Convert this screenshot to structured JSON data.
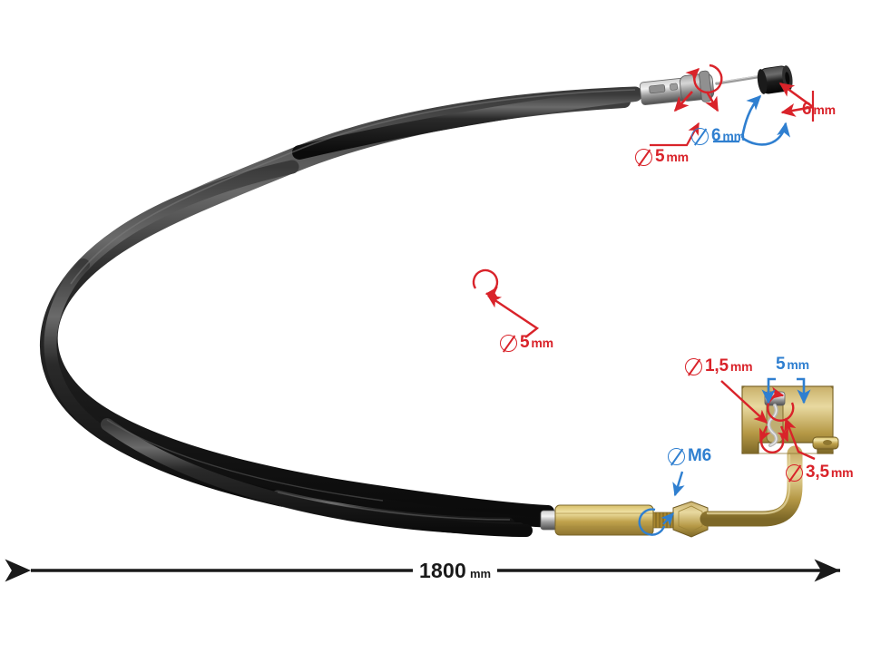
{
  "figure": {
    "title": "Brake cable assembly dimension diagram",
    "background_color": "#ffffff",
    "annotation_colors": {
      "red": "#d9232a",
      "blue": "#2f7fd0",
      "dimension": "#1a1a1a"
    }
  },
  "overall_dimension": {
    "name": "total-length",
    "value": "1800",
    "unit": "mm",
    "arrow_style": "double-headed"
  },
  "annotations": [
    {
      "id": "a1",
      "color": "red",
      "symbol": "diameter",
      "value": "5",
      "unit": "mm",
      "target": "upper-adjuster-barrel"
    },
    {
      "id": "a2",
      "color": "blue",
      "symbol": "diameter",
      "value": "6",
      "unit": "mm",
      "target": "upper-barrel-end-nipple-length"
    },
    {
      "id": "a3",
      "color": "red",
      "symbol": "none",
      "value": "6",
      "unit": "mm",
      "target": "upper-barrel-end-nipple-diameter"
    },
    {
      "id": "a4",
      "color": "red",
      "symbol": "diameter",
      "value": "5",
      "unit": "mm",
      "target": "outer-cable-housing"
    },
    {
      "id": "a5",
      "color": "red",
      "symbol": "diameter",
      "value": "1,5",
      "unit": "mm",
      "target": "inner-wire-at-bracket"
    },
    {
      "id": "a6",
      "color": "blue",
      "symbol": "none",
      "value": "5",
      "unit": "mm",
      "target": "bracket-slot-width"
    },
    {
      "id": "a7",
      "color": "red",
      "symbol": "diameter",
      "value": "3,5",
      "unit": "mm",
      "target": "bracket-ferrule"
    },
    {
      "id": "a8",
      "color": "blue",
      "symbol": "diameter",
      "value": "M6",
      "unit": "",
      "target": "lower-threaded-nut"
    }
  ],
  "parts": [
    {
      "name": "outer-cable-housing",
      "description": "black coiled braided cable"
    },
    {
      "name": "upper-end-fitting",
      "description": "silver clamp with grey adjuster barrel and black nipple"
    },
    {
      "name": "lower-end-fitting",
      "description": "gold zinc-plated barrel with M6 nut and bent tube"
    },
    {
      "name": "mounting-bracket",
      "description": "gold stamped steel bracket with slot"
    }
  ]
}
